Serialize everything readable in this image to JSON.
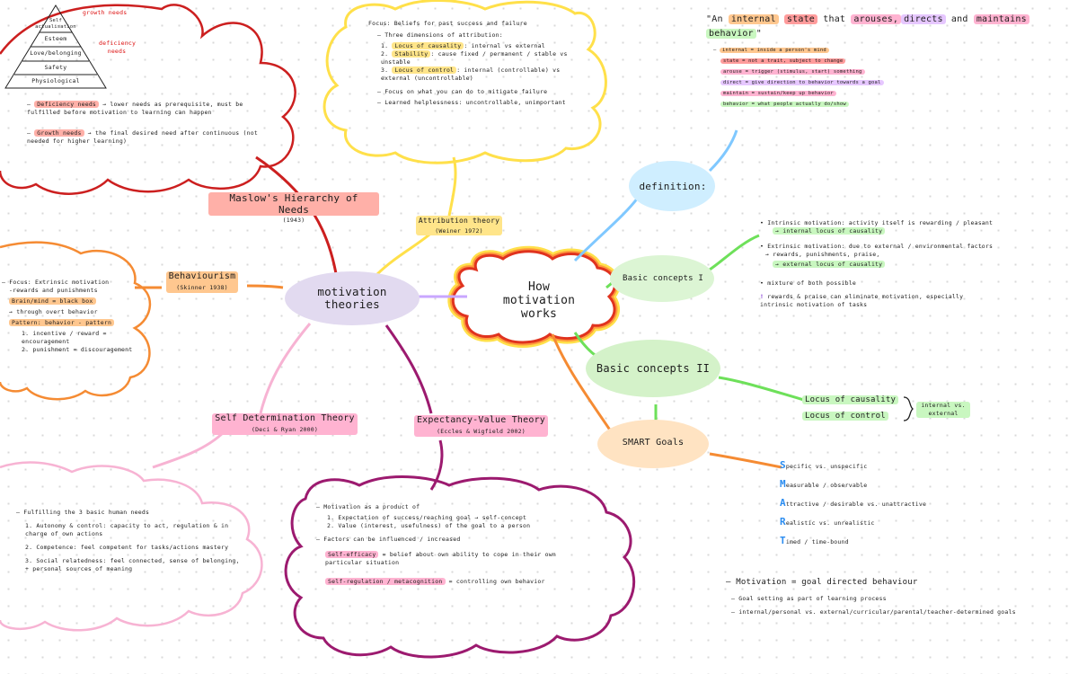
{
  "center": {
    "title": "How motivation works"
  },
  "theories_hub": {
    "title": "motivation theories"
  },
  "theory_nodes": {
    "maslow": {
      "title": "Maslow's Hierarchy of Needs",
      "date": "(1943)"
    },
    "attribution": {
      "title": "Attribution theory",
      "date": "(Weiner 1972)"
    },
    "behaviourism": {
      "title": "Behaviourism",
      "date": "(Skinner 1938)"
    },
    "sdt": {
      "title": "Self Determination Theory",
      "date": "(Deci & Ryan 2000)"
    },
    "evt": {
      "title": "Expectancy-Value Theory",
      "date": "(Eccles & Wigfield 2002)"
    }
  },
  "maslow_cloud": {
    "pyramid": [
      "Self actualisation",
      "Esteem",
      "Love/belonging",
      "Safety",
      "Physiological"
    ],
    "growth_label": "growth needs",
    "deficiency_label": "deficiency needs",
    "lines": [
      {
        "tag": "Deficiency needs",
        "text": "→ lower needs as prerequisite, must be fulfilled before motivation to learning can happen"
      },
      {
        "tag": "Growth needs",
        "text": "→ the final desired need after continuous (not needed for higher learning)"
      }
    ]
  },
  "attribution_cloud": {
    "heading": "Focus: Beliefs for past success and failure",
    "intro": "Three dimensions of attribution:",
    "dims": [
      {
        "n": "1.",
        "tag": "Locus of causality",
        "text": ": internal vs external"
      },
      {
        "n": "2.",
        "tag": "Stability",
        "text": ": cause fixed / permanent / stable vs unstable"
      },
      {
        "n": "3.",
        "tag": "Locus of control",
        "text": ": internal (controllable) vs external (uncontrollable)"
      }
    ],
    "notes": [
      "Focus on what you can do to mitigate failure",
      "Learned helplessness: uncontrollable, unimportant"
    ]
  },
  "definition": {
    "title": "definition:",
    "quote_start": "\"An",
    "quote_words": [
      {
        "t": "internal",
        "c": "orange"
      },
      {
        "t": "state",
        "c": "red"
      },
      {
        "t": "that",
        "c": ""
      },
      {
        "t": "arouses,",
        "c": "pink"
      },
      {
        "t": "directs",
        "c": "purple"
      },
      {
        "t": "and",
        "c": ""
      },
      {
        "t": "maintains",
        "c": "pink"
      },
      {
        "t": "behavior",
        "c": "green"
      }
    ],
    "lines": [
      "internal = inside a person's mind",
      "state = not a trait, subject to change",
      "arouse = trigger (stimulus, start) something",
      "direct = give direction to behavior towards a goal",
      "maintain = sustain/keep up behavior",
      "behavior = what people actually do/show"
    ]
  },
  "concepts": {
    "basic1": {
      "title": "Basic concepts I"
    },
    "basic2": {
      "title": "Basic concepts II"
    },
    "smart": {
      "title": "SMART Goals"
    },
    "basic1_notes": [
      "Intrinsic motivation: activity itself is rewarding / pleasant",
      "→ internal locus of causality",
      "Extrinsic motivation: due to external / environmental factors",
      "→ rewards, punishments, praise,",
      "→ external locus of causality",
      "mixture of both possible",
      "rewards & praise can eliminate motivation, especially intrinsic motivation of tasks"
    ],
    "basic2_items": [
      "Locus of causality",
      "Locus of control"
    ],
    "basic2_result": "internal vs. external",
    "smart_items": [
      {
        "l": "S",
        "t": "pecific vs. unspecific"
      },
      {
        "l": "M",
        "t": "easurable / observable"
      },
      {
        "l": "A",
        "t": "ttractive / desirable vs. unattractive"
      },
      {
        "l": "R",
        "t": "ealistic vs. unrealistic"
      },
      {
        "l": "T",
        "t": "imed / time-bound"
      }
    ]
  },
  "behaviour_cloud": {
    "lines": [
      {
        "t": "Focus: Extrinsic motivation",
        "c": ""
      },
      {
        "t": "-rewards and punishments",
        "c": ""
      },
      {
        "t": "Brain/mind = black box",
        "c": "orange"
      },
      {
        "t": "→ through overt behavior",
        "c": ""
      },
      {
        "t": "Pattern: behavior - pattern",
        "c": "orange"
      },
      {
        "t": "1. incentive / reward = encouragement",
        "c": ""
      },
      {
        "t": "2. punishment = discouragement",
        "c": ""
      }
    ]
  },
  "sdt_cloud": {
    "heading": "Fulfilling the 3 basic human needs",
    "items": [
      "1. Autonomy & control: capacity to act, regulation & in charge of own actions",
      "2. Competence: feel competent for tasks/actions mastery",
      "3. Social relatedness: feel connected, sense of belonging, + personal sources of meaning"
    ]
  },
  "evt_cloud": {
    "heading": "Motivation as a product of",
    "items": [
      "1. Expectation of success/reaching goal → self-concept",
      "2. Value (interest, usefulness) of the goal to a person"
    ],
    "influence": "Factors can be influenced / increased",
    "tags": [
      {
        "tag": "Self-efficacy",
        "text": "= belief about own ability to cope in their own particular situation"
      },
      {
        "tag": "Self-regulation / metacognition",
        "text": "= controlling own behavior"
      }
    ]
  },
  "bottom_notes": [
    "Motivation = goal directed behaviour",
    "Goal setting as part of learning process",
    "internal/personal vs. external/curricular/parental/teacher-determined goals"
  ]
}
